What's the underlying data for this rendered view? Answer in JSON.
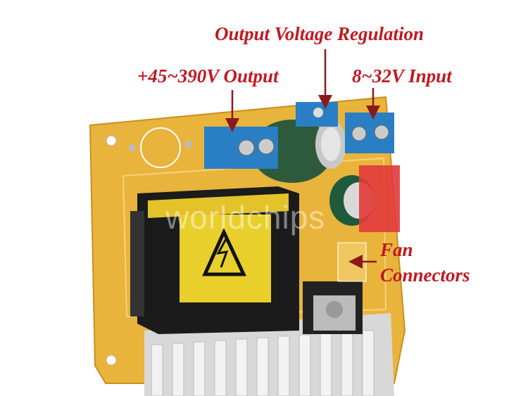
{
  "labels": {
    "regulation": "Output Voltage Regulation",
    "output": "+45~390V Output",
    "input": "8~32V Input",
    "fan_line1": "Fan",
    "fan_line2": "Connectors"
  },
  "watermark": "worldchips",
  "colors": {
    "label": "#c01820",
    "arrow": "#8a1a1a",
    "pcb": "#e8b43a",
    "terminal": "#2a7fc4",
    "heatsink": "#d9d9d9"
  }
}
